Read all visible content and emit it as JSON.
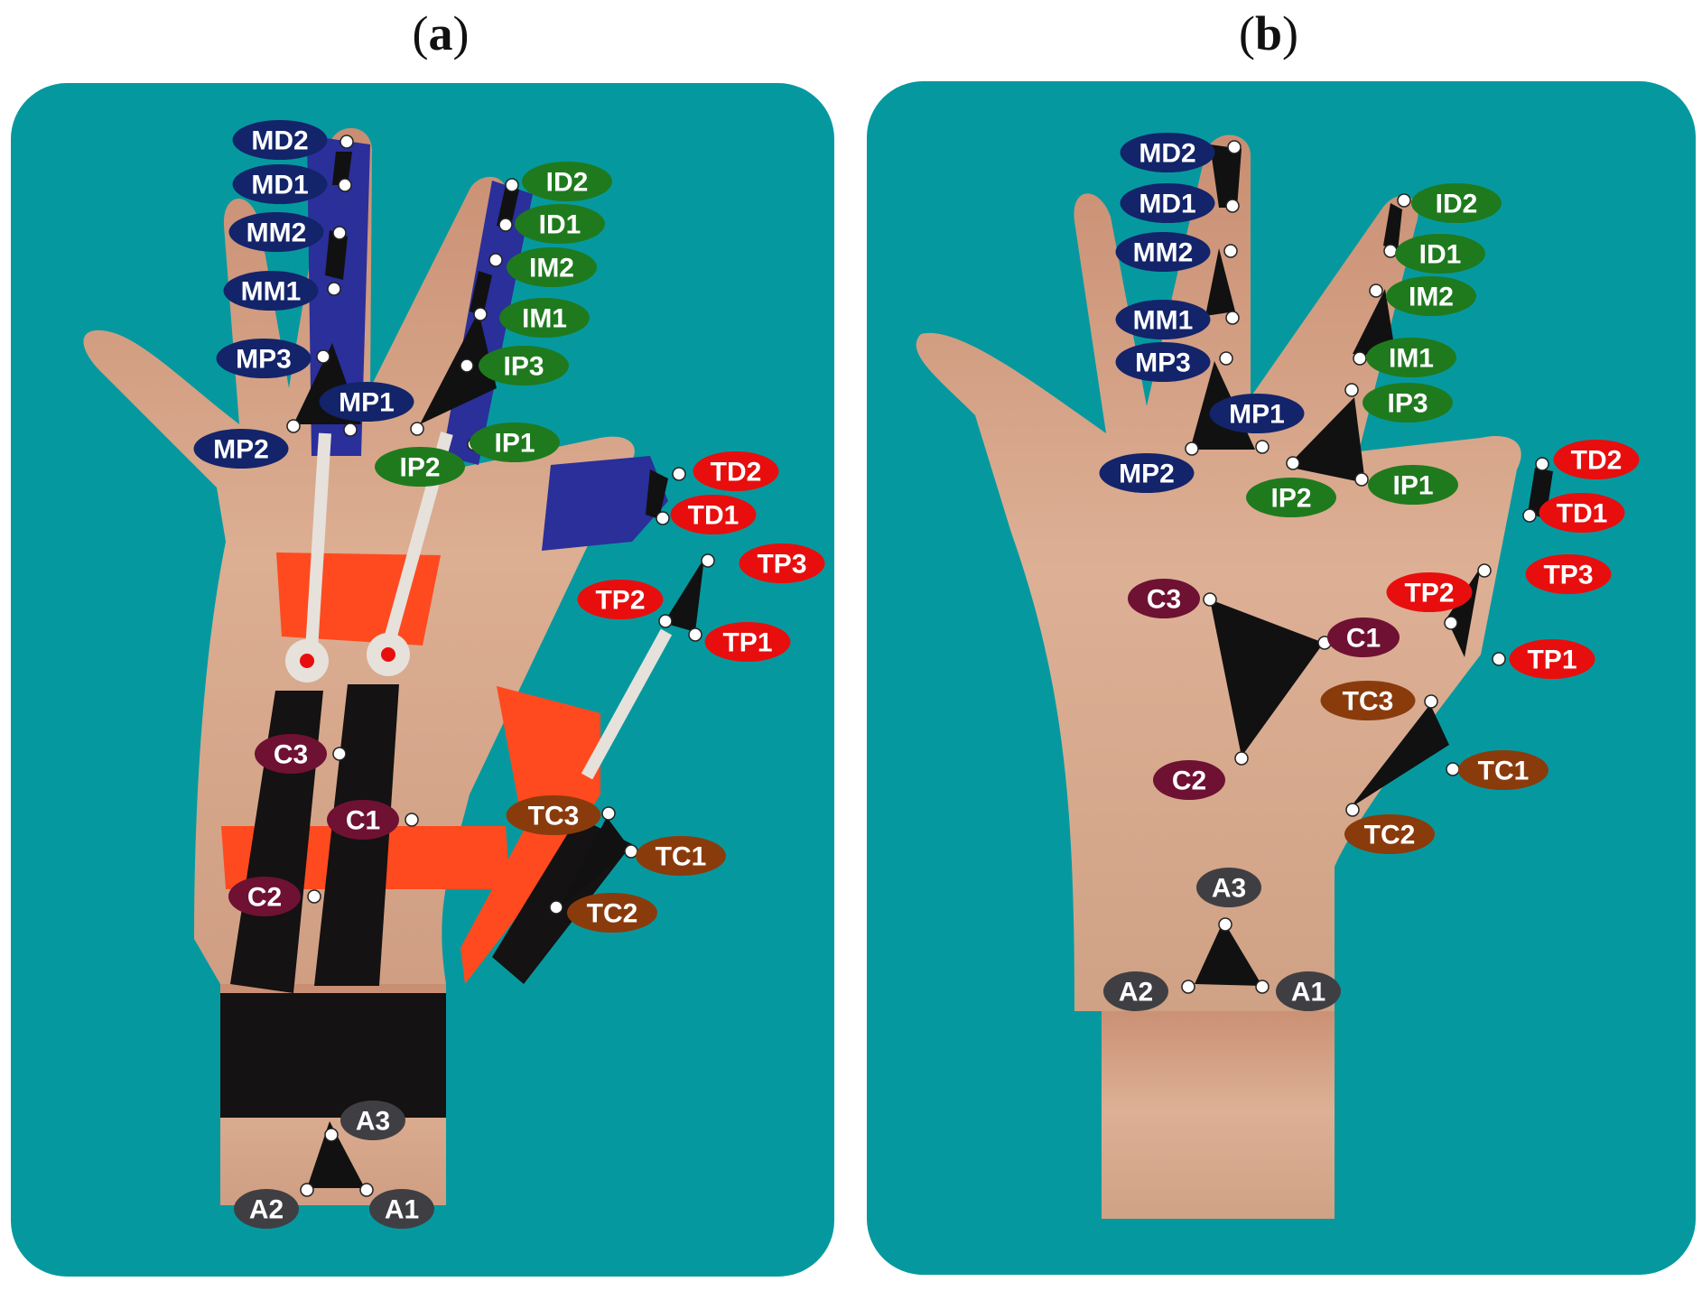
{
  "panels": [
    {
      "id": "a",
      "caption_open": "(",
      "caption_letter": "a",
      "caption_close": ")",
      "labels": [
        {
          "text": "MD2",
          "group": "middle"
        },
        {
          "text": "MD1",
          "group": "middle"
        },
        {
          "text": "MM2",
          "group": "middle"
        },
        {
          "text": "MM1",
          "group": "middle"
        },
        {
          "text": "MP3",
          "group": "middle"
        },
        {
          "text": "MP1",
          "group": "middle"
        },
        {
          "text": "MP2",
          "group": "middle"
        },
        {
          "text": "ID2",
          "group": "index"
        },
        {
          "text": "ID1",
          "group": "index"
        },
        {
          "text": "IM2",
          "group": "index"
        },
        {
          "text": "IM1",
          "group": "index"
        },
        {
          "text": "IP3",
          "group": "index"
        },
        {
          "text": "IP1",
          "group": "index"
        },
        {
          "text": "IP2",
          "group": "index"
        },
        {
          "text": "TD2",
          "group": "thumb"
        },
        {
          "text": "TD1",
          "group": "thumb"
        },
        {
          "text": "TP3",
          "group": "thumb"
        },
        {
          "text": "TP2",
          "group": "thumb"
        },
        {
          "text": "TP1",
          "group": "thumb"
        },
        {
          "text": "C3",
          "group": "carpal"
        },
        {
          "text": "C1",
          "group": "carpal"
        },
        {
          "text": "C2",
          "group": "carpal"
        },
        {
          "text": "TC3",
          "group": "thumb_carpal"
        },
        {
          "text": "TC1",
          "group": "thumb_carpal"
        },
        {
          "text": "TC2",
          "group": "thumb_carpal"
        },
        {
          "text": "A3",
          "group": "arm"
        },
        {
          "text": "A2",
          "group": "arm"
        },
        {
          "text": "A1",
          "group": "arm"
        }
      ]
    },
    {
      "id": "b",
      "caption_open": "(",
      "caption_letter": "b",
      "caption_close": ")",
      "labels": [
        {
          "text": "MD2",
          "group": "middle"
        },
        {
          "text": "MD1",
          "group": "middle"
        },
        {
          "text": "MM2",
          "group": "middle"
        },
        {
          "text": "MM1",
          "group": "middle"
        },
        {
          "text": "MP3",
          "group": "middle"
        },
        {
          "text": "MP1",
          "group": "middle"
        },
        {
          "text": "MP2",
          "group": "middle"
        },
        {
          "text": "ID2",
          "group": "index"
        },
        {
          "text": "ID1",
          "group": "index"
        },
        {
          "text": "IM2",
          "group": "index"
        },
        {
          "text": "IM1",
          "group": "index"
        },
        {
          "text": "IP3",
          "group": "index"
        },
        {
          "text": "IP2",
          "group": "index"
        },
        {
          "text": "IP1",
          "group": "index"
        },
        {
          "text": "TD2",
          "group": "thumb"
        },
        {
          "text": "TD1",
          "group": "thumb"
        },
        {
          "text": "TP2",
          "group": "thumb"
        },
        {
          "text": "TP3",
          "group": "thumb"
        },
        {
          "text": "TP1",
          "group": "thumb"
        },
        {
          "text": "C3",
          "group": "carpal"
        },
        {
          "text": "C1",
          "group": "carpal"
        },
        {
          "text": "C2",
          "group": "carpal"
        },
        {
          "text": "TC3",
          "group": "thumb_carpal"
        },
        {
          "text": "TC1",
          "group": "thumb_carpal"
        },
        {
          "text": "TC2",
          "group": "thumb_carpal"
        },
        {
          "text": "A3",
          "group": "arm"
        },
        {
          "text": "A2",
          "group": "arm"
        },
        {
          "text": "A1",
          "group": "arm"
        }
      ]
    }
  ],
  "colors": {
    "panel_background": "#05999f",
    "skin": "#d8a98c",
    "middle": "#13246a",
    "index": "#1f7a1e",
    "thumb": "#e80e0e",
    "carpal": "#6e1133",
    "thumb_carpal": "#8a3b0c",
    "arm": "#3f3f43",
    "exoskeleton_blue": "#2a2f9a",
    "exoskeleton_orange": "#ff4a1f",
    "marker_triangle": "#111111",
    "marker_dot": "#ffffff"
  }
}
